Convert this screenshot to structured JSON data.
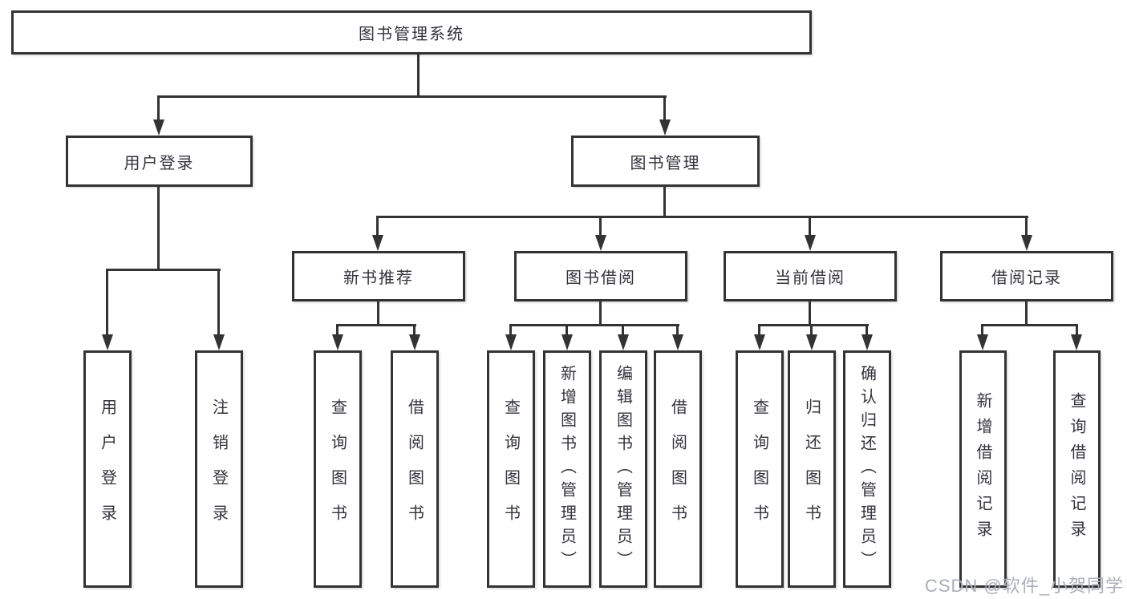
{
  "tree": {
    "label": "图书管理系统",
    "children": [
      {
        "label": "用户登录",
        "children": [
          {
            "label": "用户登录"
          },
          {
            "label": "注销登录"
          }
        ]
      },
      {
        "label": "图书管理",
        "children": [
          {
            "label": "新书推荐",
            "children": [
              {
                "label": "查询图书"
              },
              {
                "label": "借阅图书"
              }
            ]
          },
          {
            "label": "图书借阅",
            "children": [
              {
                "label": "查询图书"
              },
              {
                "label": "新增图书（管理员）"
              },
              {
                "label": "编辑图书（管理员）"
              },
              {
                "label": "借阅图书"
              }
            ]
          },
          {
            "label": "当前借阅",
            "children": [
              {
                "label": "查询图书"
              },
              {
                "label": "归还图书"
              },
              {
                "label": "确认归还（管理员）"
              }
            ]
          },
          {
            "label": "借阅记录",
            "children": [
              {
                "label": "新增借阅记录"
              },
              {
                "label": "查询借阅记录"
              }
            ]
          }
        ]
      }
    ]
  },
  "watermark": {
    "text": "CSDN @软件_小贺同学"
  },
  "colors": {
    "line": "#333333",
    "text": "#33333d",
    "watermark": "#a9aeb9",
    "background": "#ffffff"
  }
}
